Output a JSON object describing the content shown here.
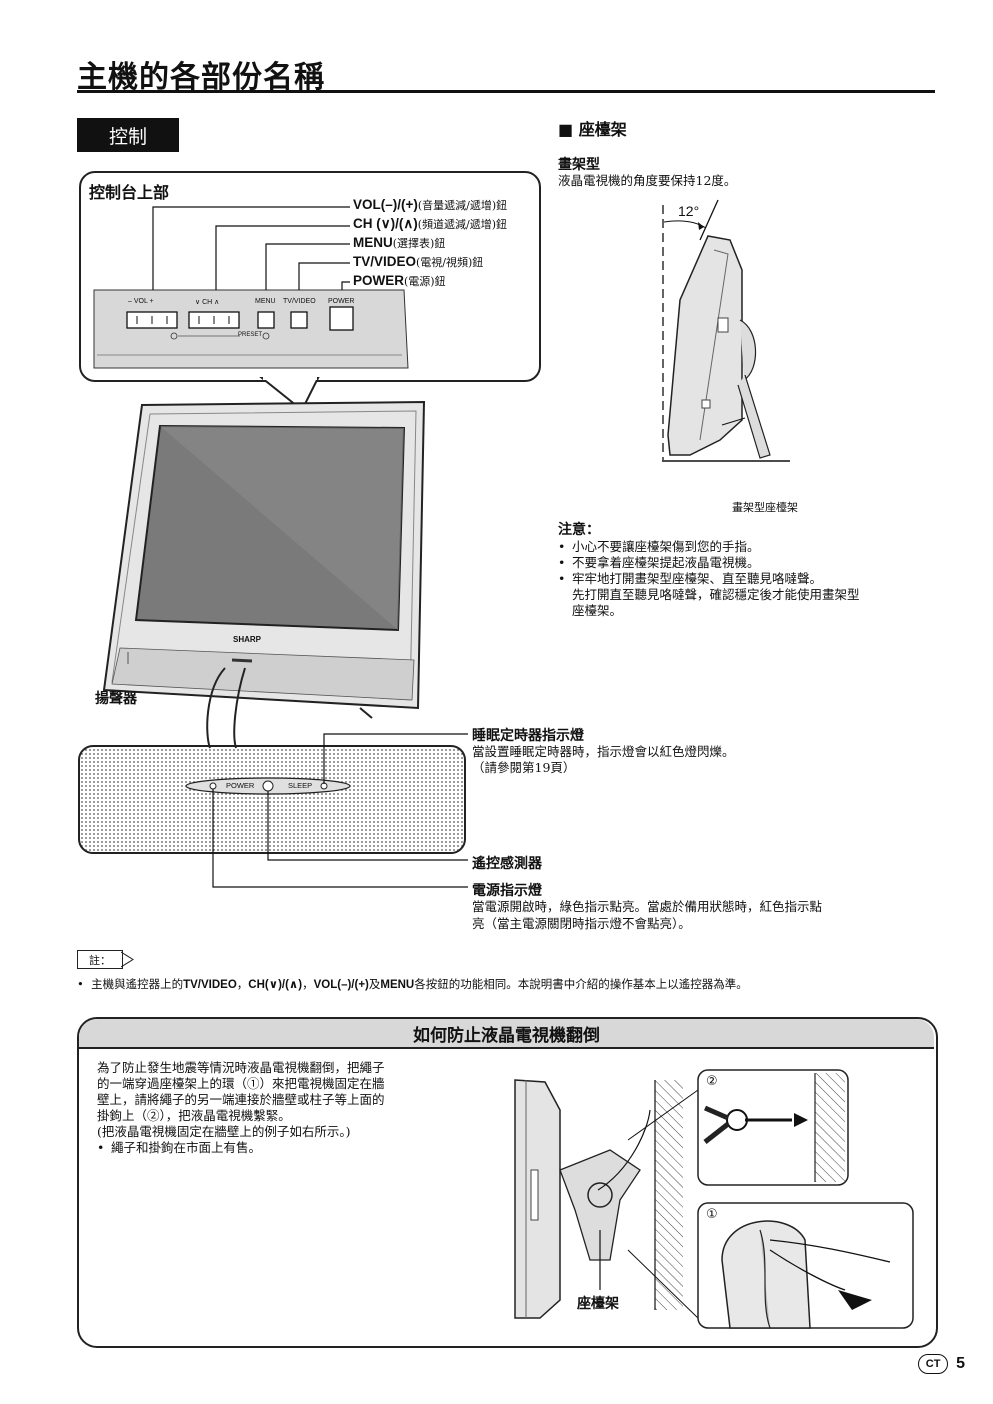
{
  "page_title": "主機的各部份名稱",
  "section_tab": "控制",
  "control_panel": {
    "heading": "控制台上部",
    "labels": [
      {
        "main": "VOL(–)/(+)",
        "sub": "(音量遞減/遞增)鈕"
      },
      {
        "main": "CH (∨)/(∧)",
        "sub": "(頻道遞減/遞增)鈕"
      },
      {
        "main": "MENU",
        "sub": "(選擇表)鈕"
      },
      {
        "main": "TV/VIDEO",
        "sub": "(電視/視頻)鈕"
      },
      {
        "main": "POWER",
        "sub": "(電源)鈕"
      }
    ],
    "panel_text": {
      "vol": "– VOL +",
      "ch": "∨ CH ∧",
      "menu": "MENU",
      "tvvideo": "TV/VIDEO",
      "power": "POWER",
      "preset": "PRESET"
    }
  },
  "tv": {
    "brand": "SHARP",
    "speaker_label": "揚聲器",
    "front_panel": {
      "power": "POWER",
      "sleep": "SLEEP"
    }
  },
  "front_labels": {
    "sleep_heading": "睡眠定時器指示燈",
    "sleep_desc": "當設置睡眠定時器時，指示燈會以紅色燈閃爍。",
    "sleep_ref": "（請參閱第19頁）",
    "remote_sensor": "遙控感測器",
    "power_heading": "電源指示燈",
    "power_desc_1": "當電源開啟時，綠色指示點亮。當處於備用狀態時，紅色指示點",
    "power_desc_2": "亮（當主電源關閉時指示燈不會點亮）。"
  },
  "stand": {
    "section_heading": "■ 座檯架",
    "type_heading": "畫架型",
    "type_desc": "液晶電視機的角度要保持12度。",
    "angle": "12°",
    "caption": "畫架型座檯架"
  },
  "caution": {
    "heading": "注意：",
    "items": [
      "小心不要讓座檯架傷到您的手指。",
      "不要拿着座檯架提起液晶電視機。",
      "牢牢地打開畫架型座檯架、直至聽見咯噠聲。"
    ],
    "extra_1": "先打開直至聽見咯噠聲，確認穩定後才能使用畫架型",
    "extra_2": "座檯架。"
  },
  "note": {
    "tag": "註：",
    "text_1": "主機與遙控器上的",
    "bold_1": "TV/VIDEO",
    "text_2": "，",
    "bold_2": "CH(∨)/(∧)",
    "text_3": "，",
    "bold_3": "VOL(–)/(+)",
    "text_4": "及",
    "bold_4": "MENU",
    "text_5": "各按鈕的功能相同。本說明書中介紹的操作基本上以遙控器為準。"
  },
  "prevent": {
    "heading": "如何防止液晶電視機翻倒",
    "lines": [
      "為了防止發生地震等情況時液晶電視機翻倒，把繩子",
      "的一端穿過座檯架上的環（①）來把電視機固定在牆",
      "壁上，請將繩子的另一端連接於牆壁或柱子等上面的",
      "掛鉤上（②），把液晶電視機繫緊。",
      "(把液晶電視機固定在牆壁上的例子如右所示。)"
    ],
    "bullet": "繩子和掛鉤在市面上有售。",
    "callout_1": "①",
    "callout_2": "②",
    "stand_label": "座檯架"
  },
  "footer": {
    "lang": "CT",
    "page": "5"
  }
}
